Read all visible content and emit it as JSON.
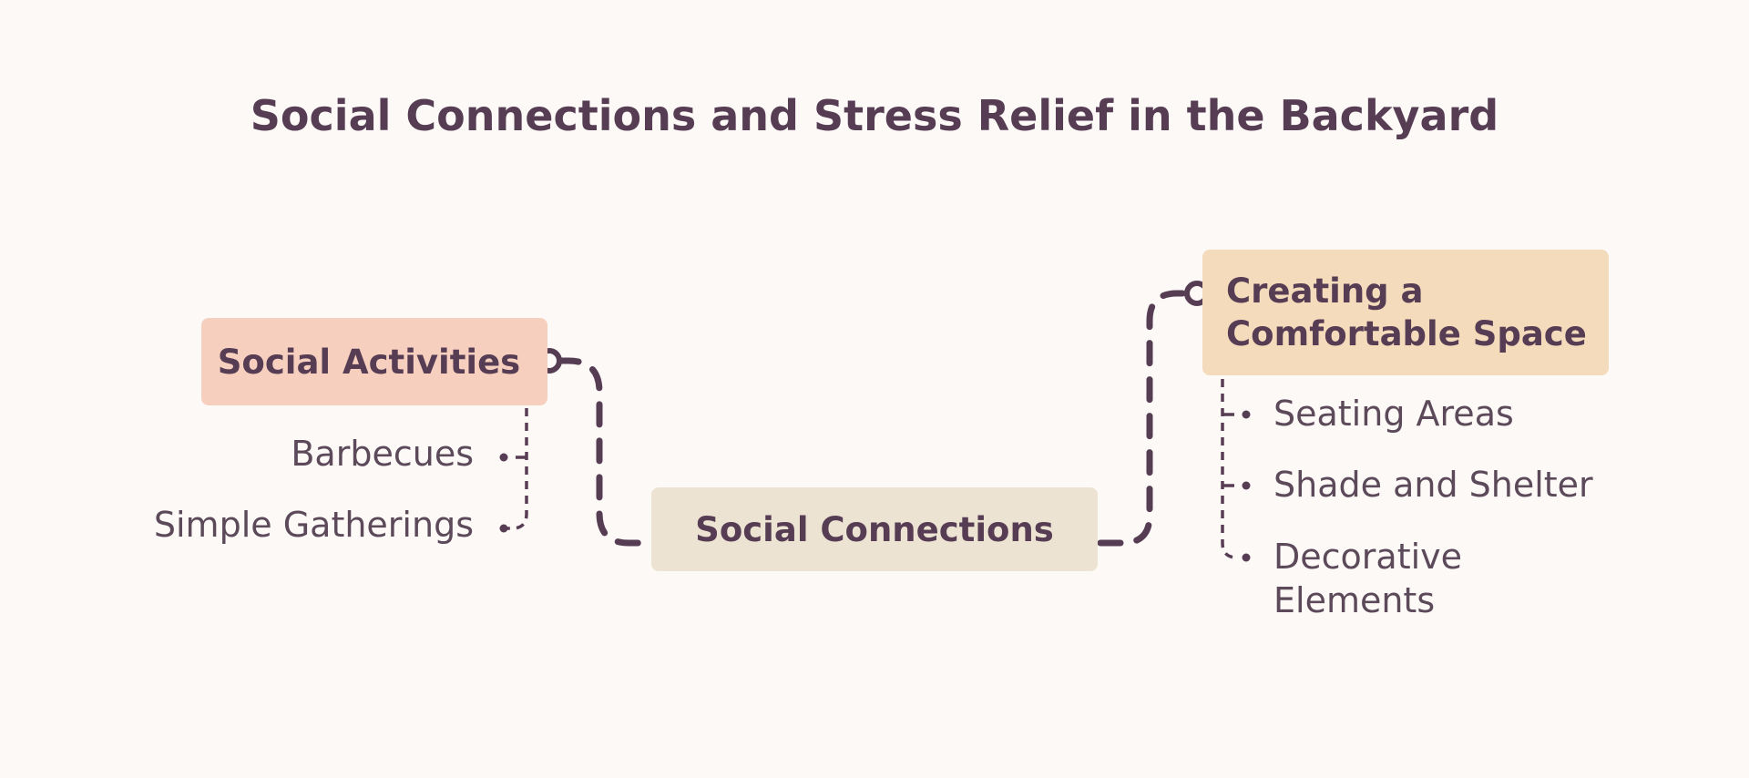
{
  "title": "Social Connections and Stress Relief in the Backyard",
  "nodes": {
    "center": {
      "label": "Social Connections"
    },
    "activities": {
      "label": "Social Activities",
      "children": [
        "Barbecues",
        "Simple Gatherings"
      ]
    },
    "comfort": {
      "label": "Creating a\nComfortable Space",
      "children": [
        "Seating Areas",
        "Shade and Shelter",
        "Decorative\nElements"
      ]
    }
  },
  "colors": {
    "text": "#563d54",
    "connector": "#563d54",
    "activities_fill": "#f6cfbf",
    "center_fill": "#ede3d3",
    "comfort_fill": "#f4dbbb",
    "background": "#fcf9f6"
  }
}
